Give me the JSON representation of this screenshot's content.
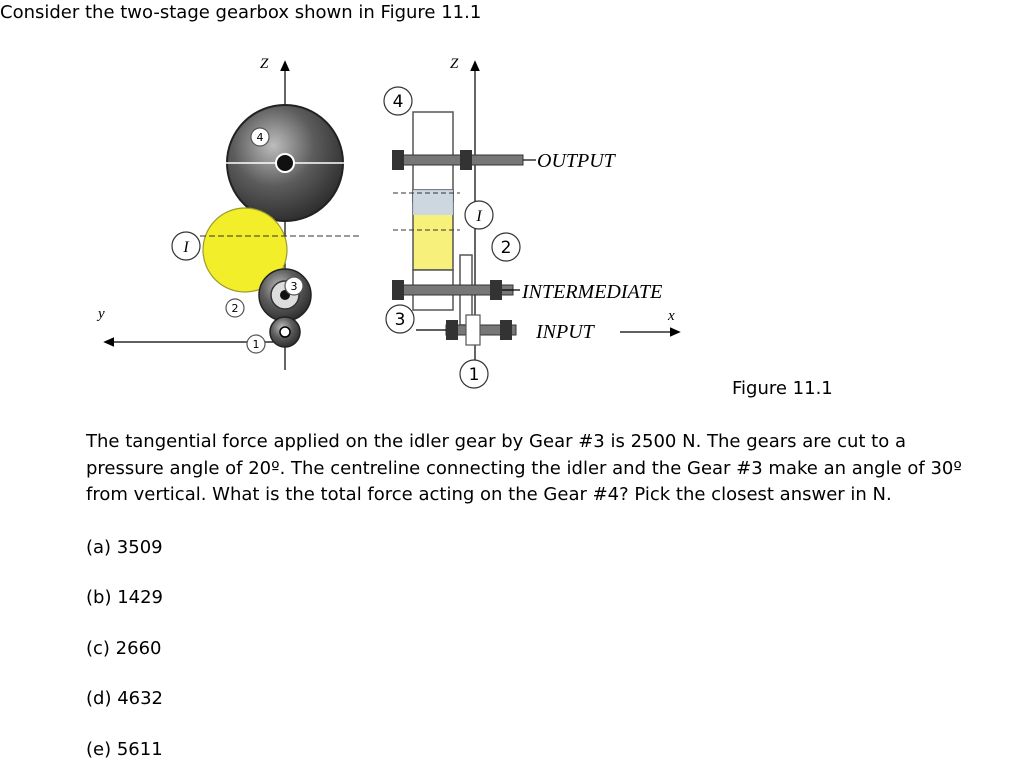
{
  "intro": "Consider the two-stage gearbox shown in Figure 11.1",
  "figure": {
    "caption": "Figure 11.1",
    "labels": {
      "output": "OUTPUT",
      "intermediate": "INTERMEDIATE",
      "input": "INPUT",
      "axis_z_left": "Z",
      "axis_z_right": "Z",
      "axis_y": "y",
      "axis_x": "x",
      "idler_left": "I",
      "idler_right": "I",
      "gear_4_circle": "4",
      "gear_4_small": "4",
      "gear_3_circle": "3",
      "gear_3_small": "3",
      "gear_2_circle": "2",
      "gear_2_small": "2",
      "gear_1_circle": "1",
      "gear_1_small": "1"
    },
    "colors": {
      "idler": "#f2ee2a",
      "idler_side": "#f7f07a",
      "gear_dark": "#3a3a3a",
      "line": "#000000"
    }
  },
  "problem": "The tangential force applied on the idler gear by Gear #3 is 2500 N. The gears are cut to a pressure angle of 20º. The centreline connecting the idler and the Gear #3 make an angle of 30º from vertical. What is the total force acting on the Gear #4? Pick the closest answer in N.",
  "options": [
    {
      "label": "(a) 3509"
    },
    {
      "label": "(b) 1429"
    },
    {
      "label": "(c) 2660"
    },
    {
      "label": "(d) 4632"
    },
    {
      "label": "(e) 5611"
    }
  ]
}
